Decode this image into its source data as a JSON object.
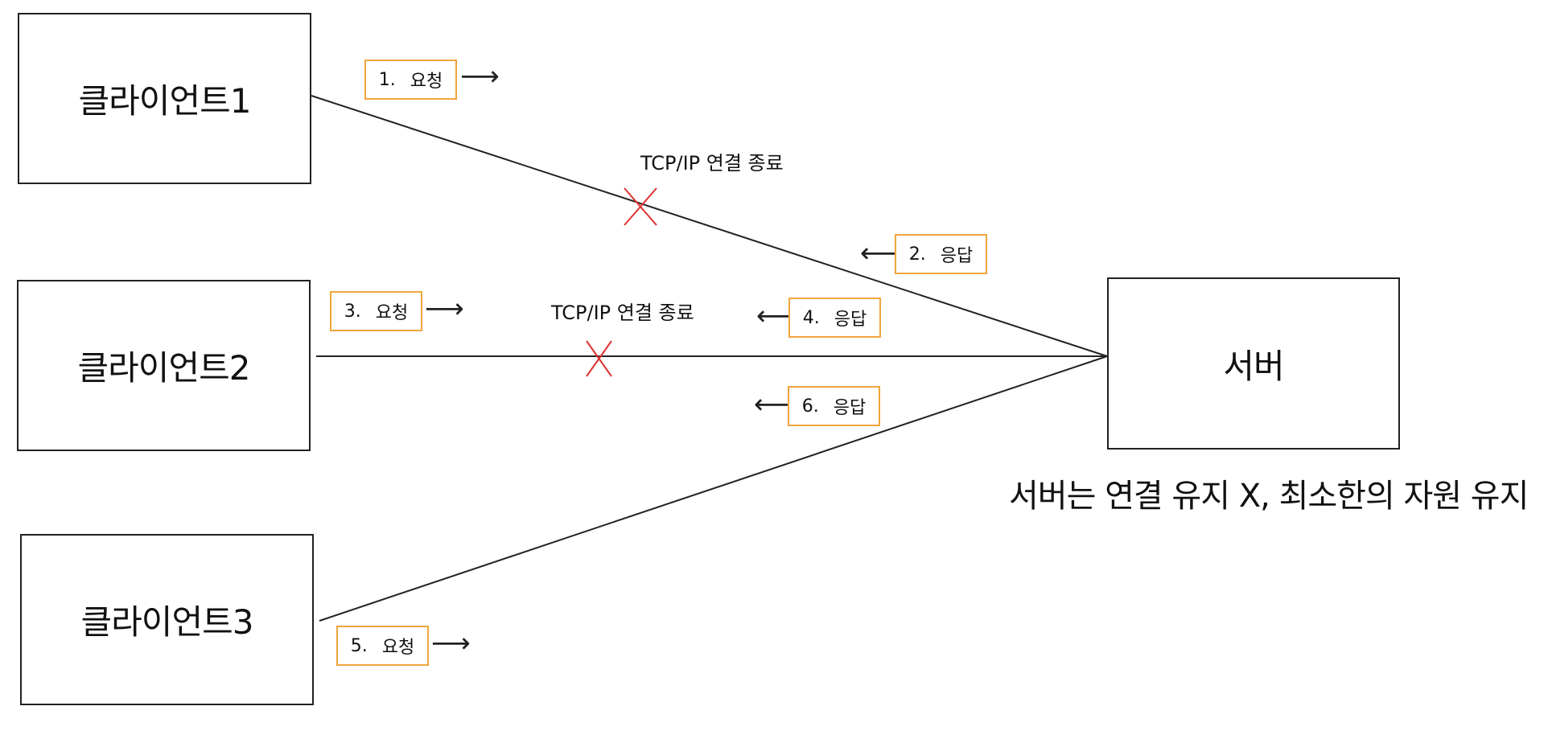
{
  "nodes": {
    "client1": "클라이언트1",
    "client2": "클라이언트2",
    "client3": "클라이언트3",
    "server": "서버"
  },
  "messages": [
    {
      "num": "1.",
      "label": "요청",
      "direction": "right"
    },
    {
      "num": "2.",
      "label": "응답",
      "direction": "left"
    },
    {
      "num": "3.",
      "label": "요청",
      "direction": "right"
    },
    {
      "num": "4.",
      "label": "응답",
      "direction": "left"
    },
    {
      "num": "5.",
      "label": "요청",
      "direction": "right"
    },
    {
      "num": "6.",
      "label": "응답",
      "direction": "left"
    }
  ],
  "captions": {
    "disconnect1": "TCP/IP 연결 종료",
    "disconnect2": "TCP/IP 연결 종료"
  },
  "server_note": "서버는 연결 유지 X, 최소한의 자원 유지",
  "colors": {
    "line": "#222222",
    "message_border": "#f0a53c",
    "cut_mark": "#e03131"
  },
  "icons": {
    "right_arrow": "right-arrow-icon",
    "left_arrow": "left-arrow-icon",
    "cut_mark": "x-cut-icon"
  }
}
